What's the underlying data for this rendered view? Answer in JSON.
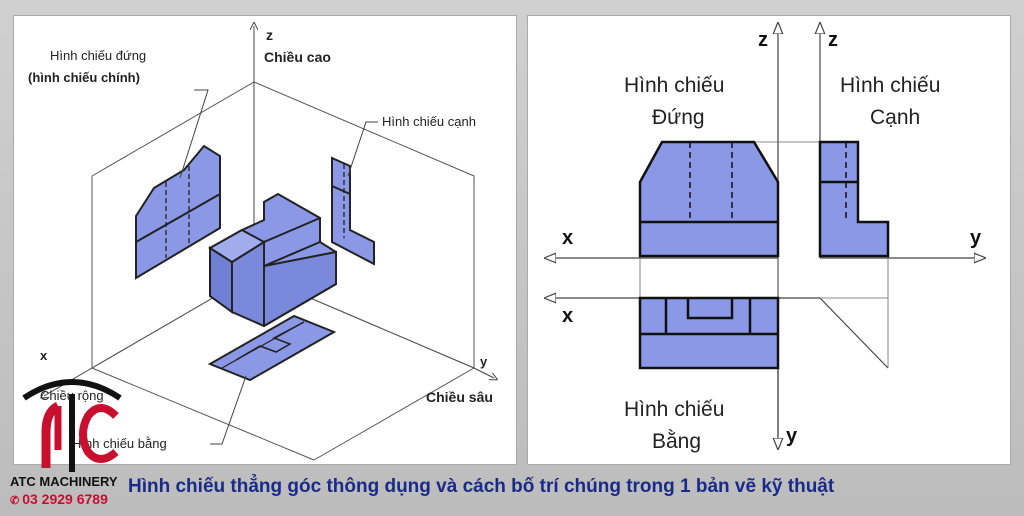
{
  "left": {
    "z_axis": "z",
    "z_label": "Chiều cao",
    "x_axis": "x",
    "x_label": "Chiều rộng",
    "y_axis": "y",
    "y_label": "Chiều sâu",
    "front_view_line1": "Hình chiếu đứng",
    "front_view_line2": "(hình chiếu chính)",
    "side_view": "Hình chiếu cạnh",
    "top_view": "Hình chiếu bằng"
  },
  "right": {
    "z_axis_1": "z",
    "z_axis_2": "z",
    "x_axis_1": "x",
    "x_axis_2": "x",
    "y_axis_1": "y",
    "y_axis_2": "y",
    "front_line1": "Hình chiếu",
    "front_line2": "Đứng",
    "side_line1": "Hình chiếu",
    "side_line2": "Cạnh",
    "top_line1": "Hình chiếu",
    "top_line2": "Bằng"
  },
  "caption": "Hình chiếu thẳng góc thông dụng và cách bố trí chúng trong 1 bản vẽ kỹ thuật",
  "brand": {
    "name": "ATC MACHINERY",
    "phone": "03 2929 6789",
    "logo_color": "#c8102e"
  },
  "colors": {
    "fill": "#8a98e6",
    "fill_dark": "#6f7fd4",
    "caption": "#1a2a8a"
  }
}
